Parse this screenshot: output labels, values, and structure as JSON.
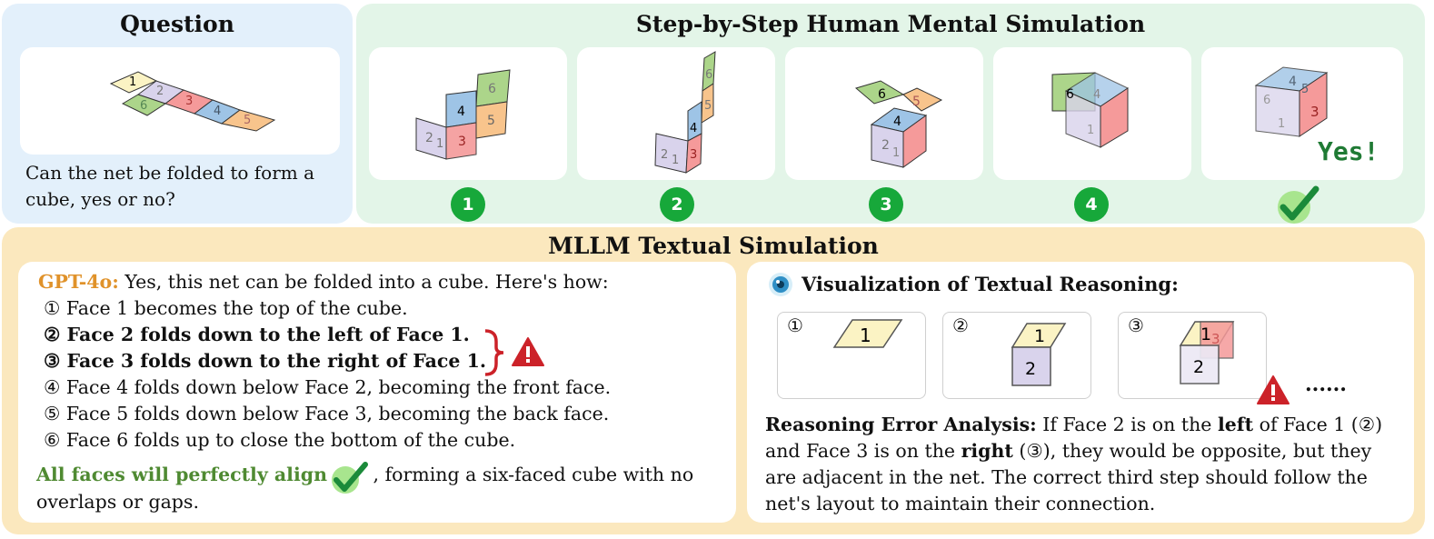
{
  "question": {
    "title": "Question",
    "net_labels": [
      "1",
      "2",
      "3",
      "4",
      "5",
      "6"
    ],
    "text": "Can the net be folded to form a cube,  yes or no?"
  },
  "simulation": {
    "title": "Step-by-Step Human Mental Simulation",
    "steps": [
      {
        "badge": "1",
        "faces": [
          "6",
          "4",
          "5",
          "2",
          "1",
          "3"
        ]
      },
      {
        "badge": "2",
        "faces": [
          "6",
          "5",
          "4",
          "2",
          "1",
          "3"
        ]
      },
      {
        "badge": "3",
        "faces": [
          "6",
          "5",
          "4",
          "2",
          "1"
        ]
      },
      {
        "badge": "4",
        "faces": [
          "6",
          "4",
          "1"
        ]
      }
    ],
    "final": {
      "faces": [
        "4",
        "5",
        "6",
        "1",
        "3"
      ],
      "answer": "Yes!"
    }
  },
  "mllm": {
    "title": "MLLM Textual Simulation",
    "gpt": {
      "name": "GPT-4o:",
      "intro": "Yes, this net can be folded into a cube. Here's how:",
      "steps": [
        {
          "num": "①",
          "text": "Face 1 becomes the top of the cube."
        },
        {
          "num": "②",
          "text": "Face 2 folds down to the left of Face 1."
        },
        {
          "num": "③",
          "text": "Face 3 folds down to the right of Face 1."
        },
        {
          "num": "④",
          "text": "Face 4 folds down below Face 2, becoming the front face."
        },
        {
          "num": "⑤",
          "text": "Face 5 folds down below Face 3, becoming the back face."
        },
        {
          "num": "⑥",
          "text": "Face 6 folds up to close the bottom of the cube."
        }
      ],
      "conclusion_bold": "All faces will perfectly align",
      "conclusion_rest": ", forming a six-faced cube with no",
      "conclusion_line2": "overlaps or gaps."
    },
    "visualization": {
      "title": "Visualization of Textual Reasoning:",
      "panels": [
        {
          "num": "①",
          "faces": [
            "1"
          ]
        },
        {
          "num": "②",
          "faces": [
            "1",
            "2"
          ]
        },
        {
          "num": "③",
          "faces": [
            "1",
            "3",
            "2"
          ]
        }
      ],
      "ellipsis": "......",
      "analysis": {
        "label": "Reasoning Error Analysis:",
        "p1": "If Face 2 is on the",
        "left": "left",
        "p2": "of Face 1 (②)",
        "p3": "and Face 3 is on the",
        "right": "right",
        "p4": "(③), they would be opposite, but they",
        "p5": "are adjacent in the net. The correct third step should follow the",
        "p6": "net's layout to maintain their connection."
      }
    }
  },
  "colors": {
    "face1": "#fbf3c4",
    "face2": "#d9d3ec",
    "face3": "#f59a9a",
    "face4": "#9ec4e6",
    "face5": "#f8c48c",
    "face6": "#acd58a",
    "accent_green": "#17a83a",
    "error_red": "#cc2229",
    "gpt_orange": "#e0922a"
  }
}
